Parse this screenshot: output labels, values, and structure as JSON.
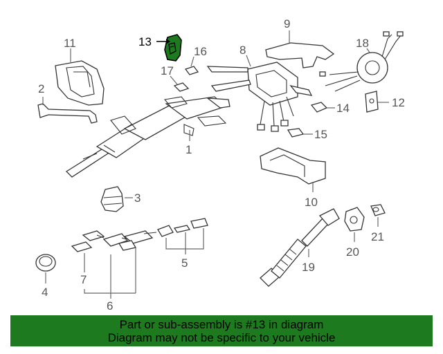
{
  "highlight_color": "#1e7a1e",
  "callouts": {
    "c1": "1",
    "c2": "2",
    "c3": "3",
    "c4": "4",
    "c5": "5",
    "c6": "6",
    "c7": "7",
    "c8": "8",
    "c9": "9",
    "c10": "10",
    "c11": "11",
    "c12": "12",
    "c13": "13",
    "c14": "14",
    "c15": "15",
    "c16": "16",
    "c17": "17",
    "c18": "18",
    "c19": "19",
    "c20": "20",
    "c21": "21"
  },
  "highlighted_part": "13",
  "banner": {
    "line1": "Part or sub-assembly is #13 in diagram",
    "line2": "Diagram may not be specific to your vehicle"
  }
}
